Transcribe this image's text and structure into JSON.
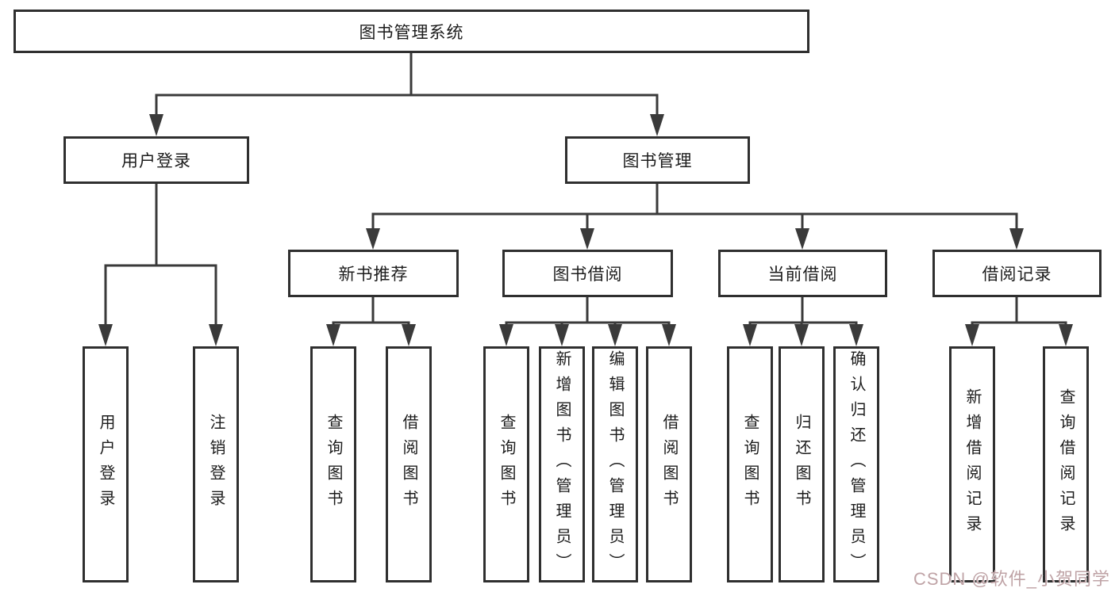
{
  "diagram": {
    "title": "图书管理系统",
    "root": {
      "label": "图书管理系统"
    },
    "level2": [
      {
        "label": "用户登录"
      },
      {
        "label": "图书管理"
      }
    ],
    "level3": [
      {
        "label": "新书推荐"
      },
      {
        "label": "图书借阅"
      },
      {
        "label": "当前借阅"
      },
      {
        "label": "借阅记录"
      }
    ],
    "leaves": {
      "user_login": [
        "用户登录",
        "注销登录"
      ],
      "new_book_recommend": [
        "查询图书",
        "借阅图书"
      ],
      "book_borrow": [
        "查询图书",
        "新增图书（管理员）",
        "编辑图书（管理员）",
        "借阅图书"
      ],
      "current_borrow": [
        "查询图书",
        "归还图书",
        "确认归还（管理员）"
      ],
      "borrow_records": [
        "新增借阅记录",
        "查询借阅记录"
      ]
    },
    "colors": {
      "line": "#3a3a3a",
      "text": "#1c1c1c",
      "watermark": "#bfa3a6"
    }
  },
  "watermark": {
    "text": "CSDN @软件_小贺同学"
  }
}
